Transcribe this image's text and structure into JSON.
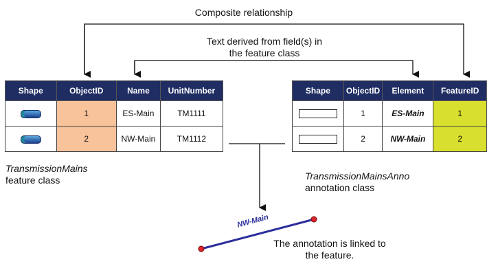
{
  "labels": {
    "composite": "Composite relationship",
    "text_derived_line1": "Text derived from field(s) in",
    "text_derived_line2": "the feature class",
    "left_class_name": "TransmissionMains",
    "left_class_type": "feature class",
    "right_class_name": "TransmissionMainsAnno",
    "right_class_type": "annotation class",
    "linked_line1": "The annotation is linked to",
    "linked_line2": "the feature.",
    "map_anno": "NW-Main"
  },
  "left_table": {
    "headers": [
      "Shape",
      "ObjectID",
      "Name",
      "UnitNumber"
    ],
    "rows": [
      {
        "object_id": "1",
        "name": "ES-Main",
        "unit": "TM1111"
      },
      {
        "object_id": "2",
        "name": "NW-Main",
        "unit": "TM1112"
      }
    ]
  },
  "right_table": {
    "headers": [
      "Shape",
      "ObjectID",
      "Element",
      "FeatureID"
    ],
    "rows": [
      {
        "object_id": "1",
        "element": "ES-Main",
        "feature_id": "1"
      },
      {
        "object_id": "2",
        "element": "NW-Main",
        "feature_id": "2"
      }
    ]
  },
  "colors": {
    "header_bg": "#1f2d63",
    "objectid_fill": "#f8c29b",
    "featureid_fill": "#d9df2e",
    "annotation_text": "#2a2a9a",
    "map_line": "#2b2f9b",
    "endpoint": "#e0222a"
  }
}
